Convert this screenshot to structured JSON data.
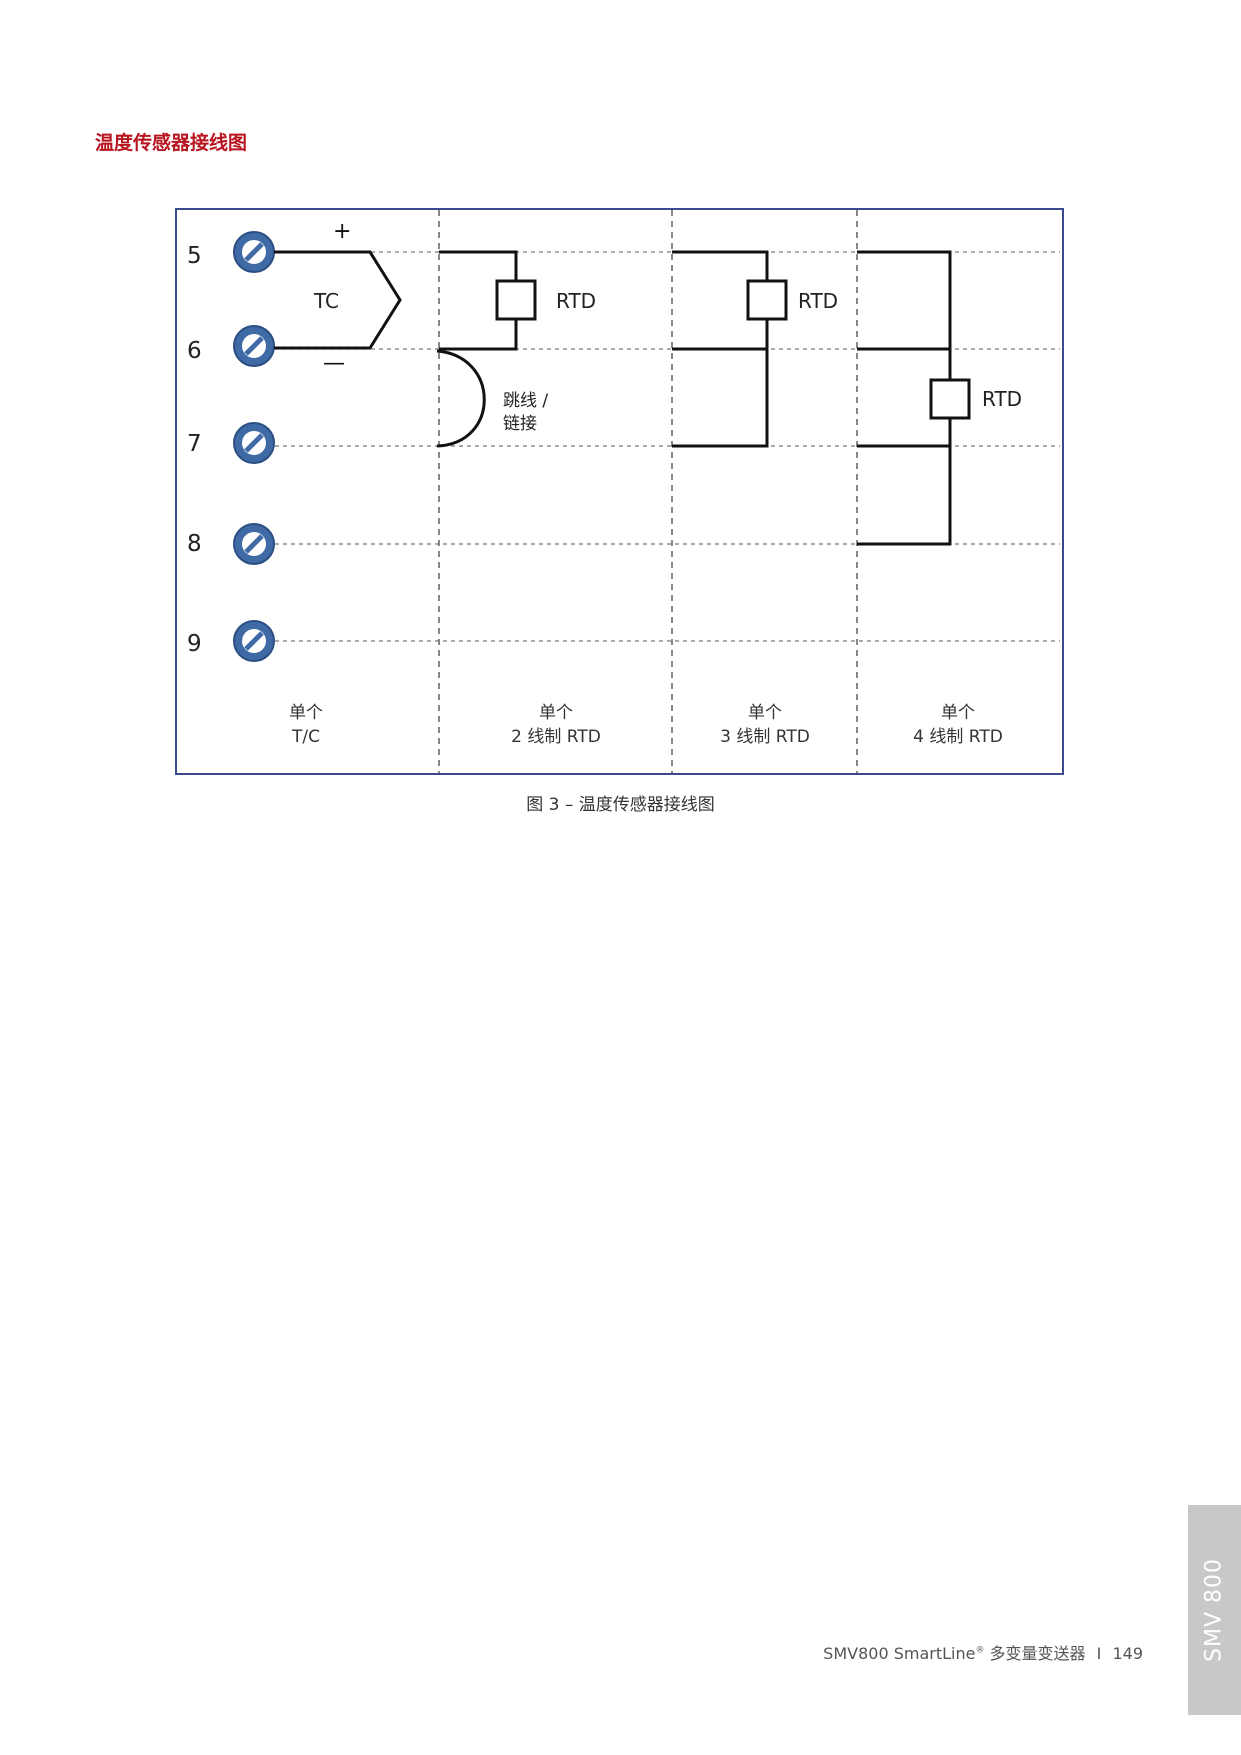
{
  "section_title": "温度传感器接线图",
  "terminals": [
    "5",
    "6",
    "7",
    "8",
    "9"
  ],
  "tc_label": "TC",
  "tc_plus": "+",
  "tc_minus": "—",
  "rtd_label": "RTD",
  "jumper_label_line1": "跳线 /",
  "jumper_label_line2": "链接",
  "columns": [
    {
      "line1": "单个",
      "line2": "T/C"
    },
    {
      "line1": "单个",
      "line2": "2 线制 RTD"
    },
    {
      "line1": "单个",
      "line2": "3 线制 RTD"
    },
    {
      "line1": "单个",
      "line2": "4 线制 RTD"
    }
  ],
  "caption": "图 3 – 温度传感器接线图",
  "footer": {
    "product": "SMV800 SmartLine",
    "reg": "®",
    "desc": " 多变量变送器",
    "sep": "I",
    "page": "149"
  },
  "side_tab": "SMV 800",
  "colors": {
    "title": "#b7141f",
    "terminal": "#4a6fa5",
    "frame": "#3a4a8a"
  }
}
